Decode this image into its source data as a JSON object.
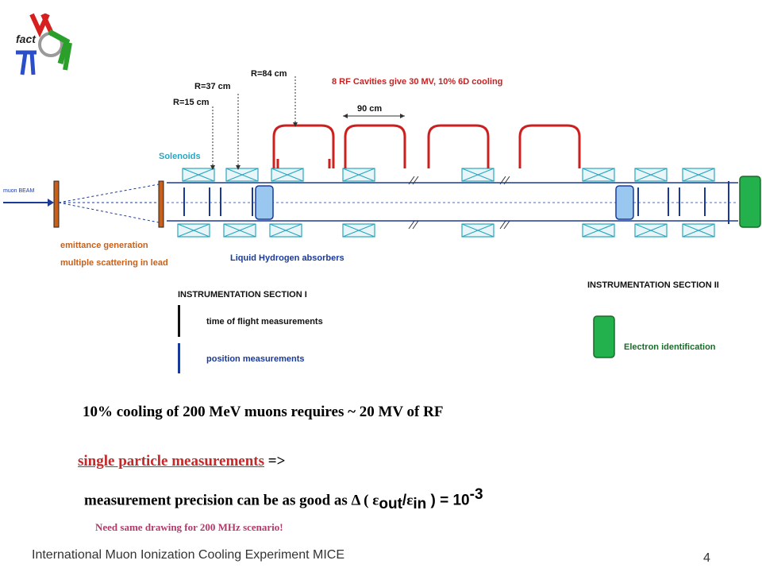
{
  "logo": {
    "text": "fact"
  },
  "diagram": {
    "r84": "R=84 cm",
    "r37": "R=37 cm",
    "r15": "R=15 cm",
    "rf_title": "8 RF Cavities give 30 MV, 10% 6D cooling",
    "dim_90": "90 cm",
    "solenoids": "Solenoids",
    "beam": "muon BEAM",
    "emittance": "emittance generation",
    "scattering": "multiple scattering in lead",
    "absorbers": "Liquid Hydrogen absorbers",
    "instr1": "INSTRUMENTATION SECTION I",
    "tof": "time of flight measurements",
    "pos": "position measurements",
    "instr2": "INSTRUMENTATION SECTION II",
    "electron": "Electron identification",
    "colors": {
      "rf": "#cc1f1f",
      "solenoid": "#2aa6bf",
      "absorber": "#9ac7ef",
      "green": "#22b14c",
      "blue": "#1a3a9a",
      "orange": "#c8601a"
    }
  },
  "text": {
    "line1": "10% cooling of 200 MeV muons requires ~ 20 MV of RF",
    "line2_red": "single particle measurements",
    "line2_rest": " =>",
    "line3_pre": "measurement precision can be as good as ",
    "delta": "Δ ( ",
    "eps": "ε",
    "sub_out": "out",
    "slash": "/",
    "sub_in": "in",
    "paren_close": " ) = 10",
    "sup": "-3",
    "note": "Need same drawing for 200 MHz scenario!"
  },
  "footer": {
    "title": "International Muon Ionization Cooling Experiment MICE",
    "page": "4"
  }
}
